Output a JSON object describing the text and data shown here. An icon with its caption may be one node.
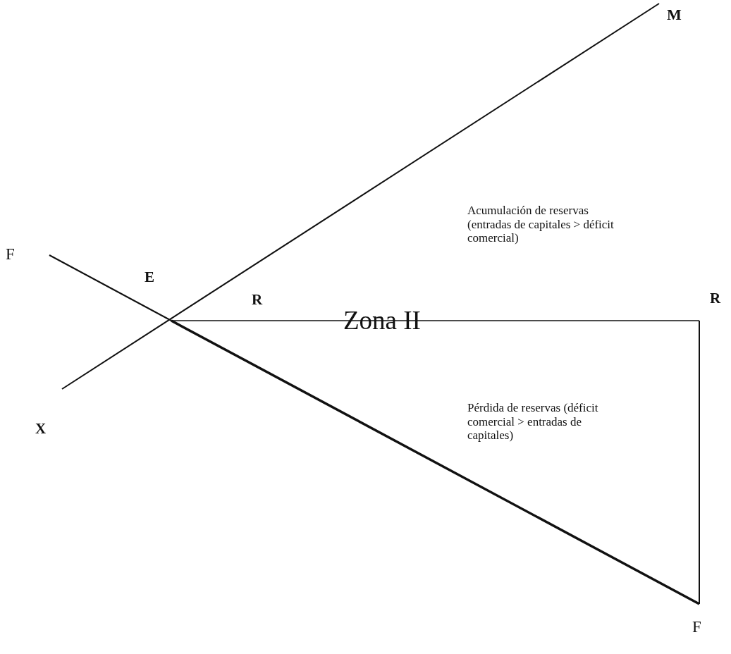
{
  "diagram": {
    "labels": [
      "M",
      "Acumulación de reservas (entradas de capitales > déficit comercial)",
      "F",
      "E",
      "R",
      "R",
      "Zona II",
      "Pérdida de reservas (déficit comercial > entradas de capitales)",
      "X",
      "F"
    ]
  }
}
